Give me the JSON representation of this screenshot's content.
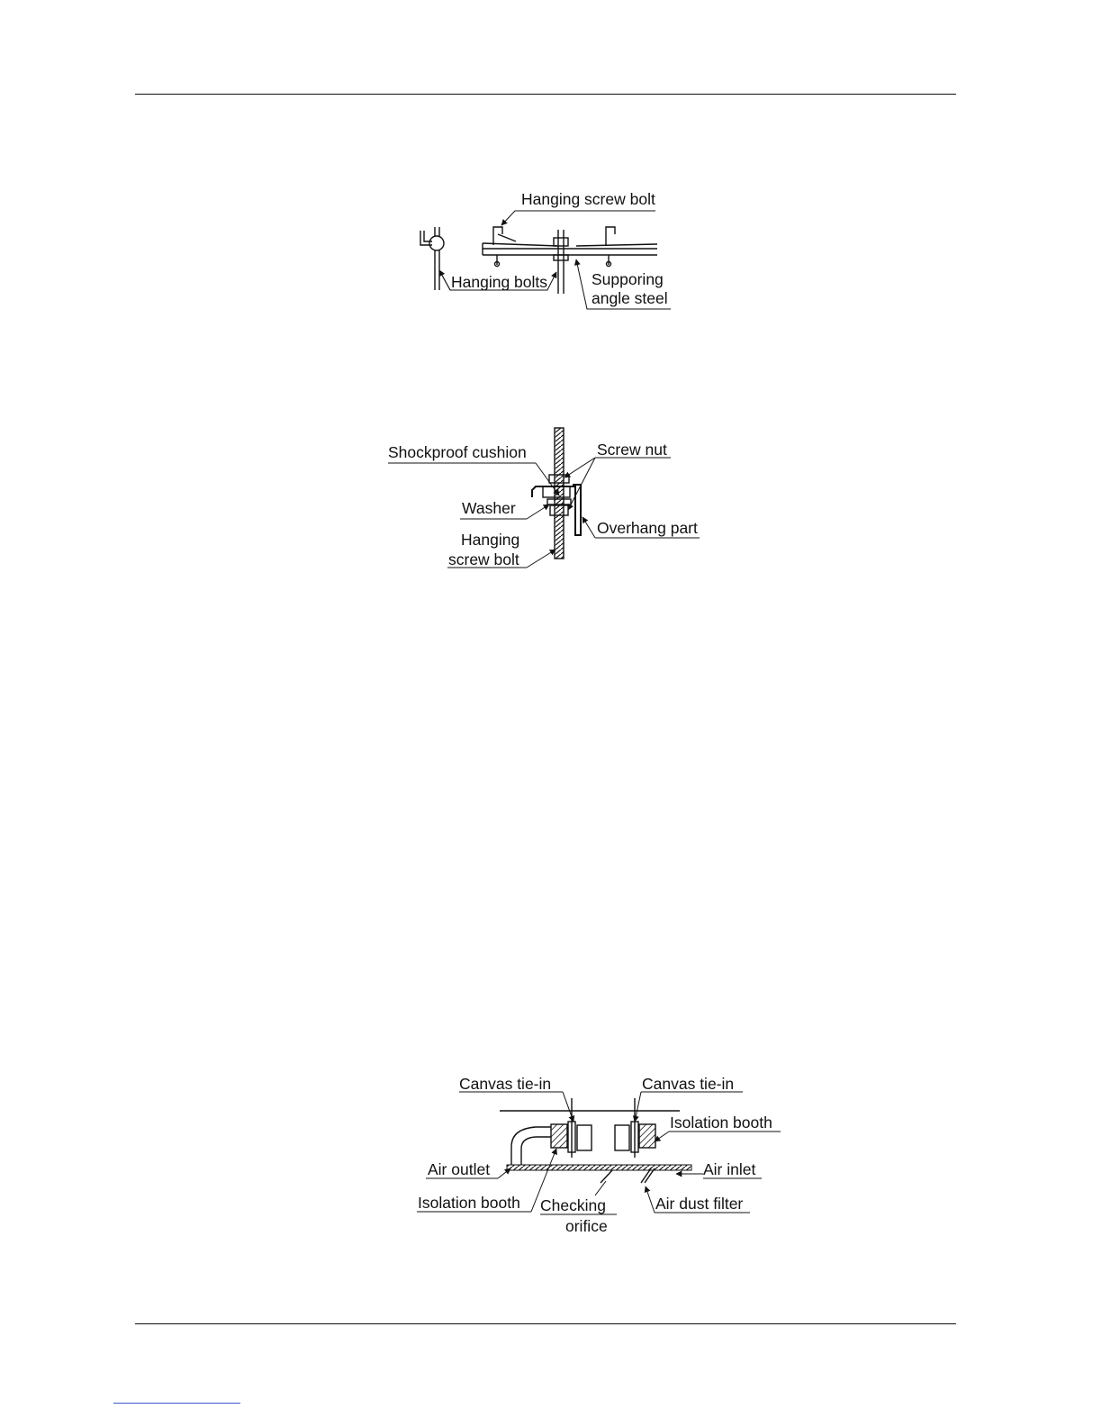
{
  "figure1": {
    "labels": {
      "hanging_screw_bolt": "Hanging screw bolt",
      "hanging_bolts": "Hanging bolts",
      "supporing_line1": "Supporing",
      "supporing_line2": "angle steel"
    }
  },
  "figure2": {
    "labels": {
      "shockproof_cushion": "Shockproof cushion",
      "screw_nut": "Screw nut",
      "washer": "Washer",
      "overhang_part": "Overhang part",
      "hanging_line1": "Hanging",
      "hanging_line2": "screw bolt"
    }
  },
  "figure3": {
    "labels": {
      "canvas_tie_in_left": "Canvas tie-in",
      "canvas_tie_in_right": "Canvas tie-in",
      "isolation_booth_right": "Isolation booth",
      "air_outlet": "Air outlet",
      "air_inlet": "Air inlet",
      "isolation_booth_left": "Isolation booth",
      "checking_line1": "Checking",
      "checking_line2": "orifice",
      "air_dust_filter": "Air dust filter"
    }
  }
}
